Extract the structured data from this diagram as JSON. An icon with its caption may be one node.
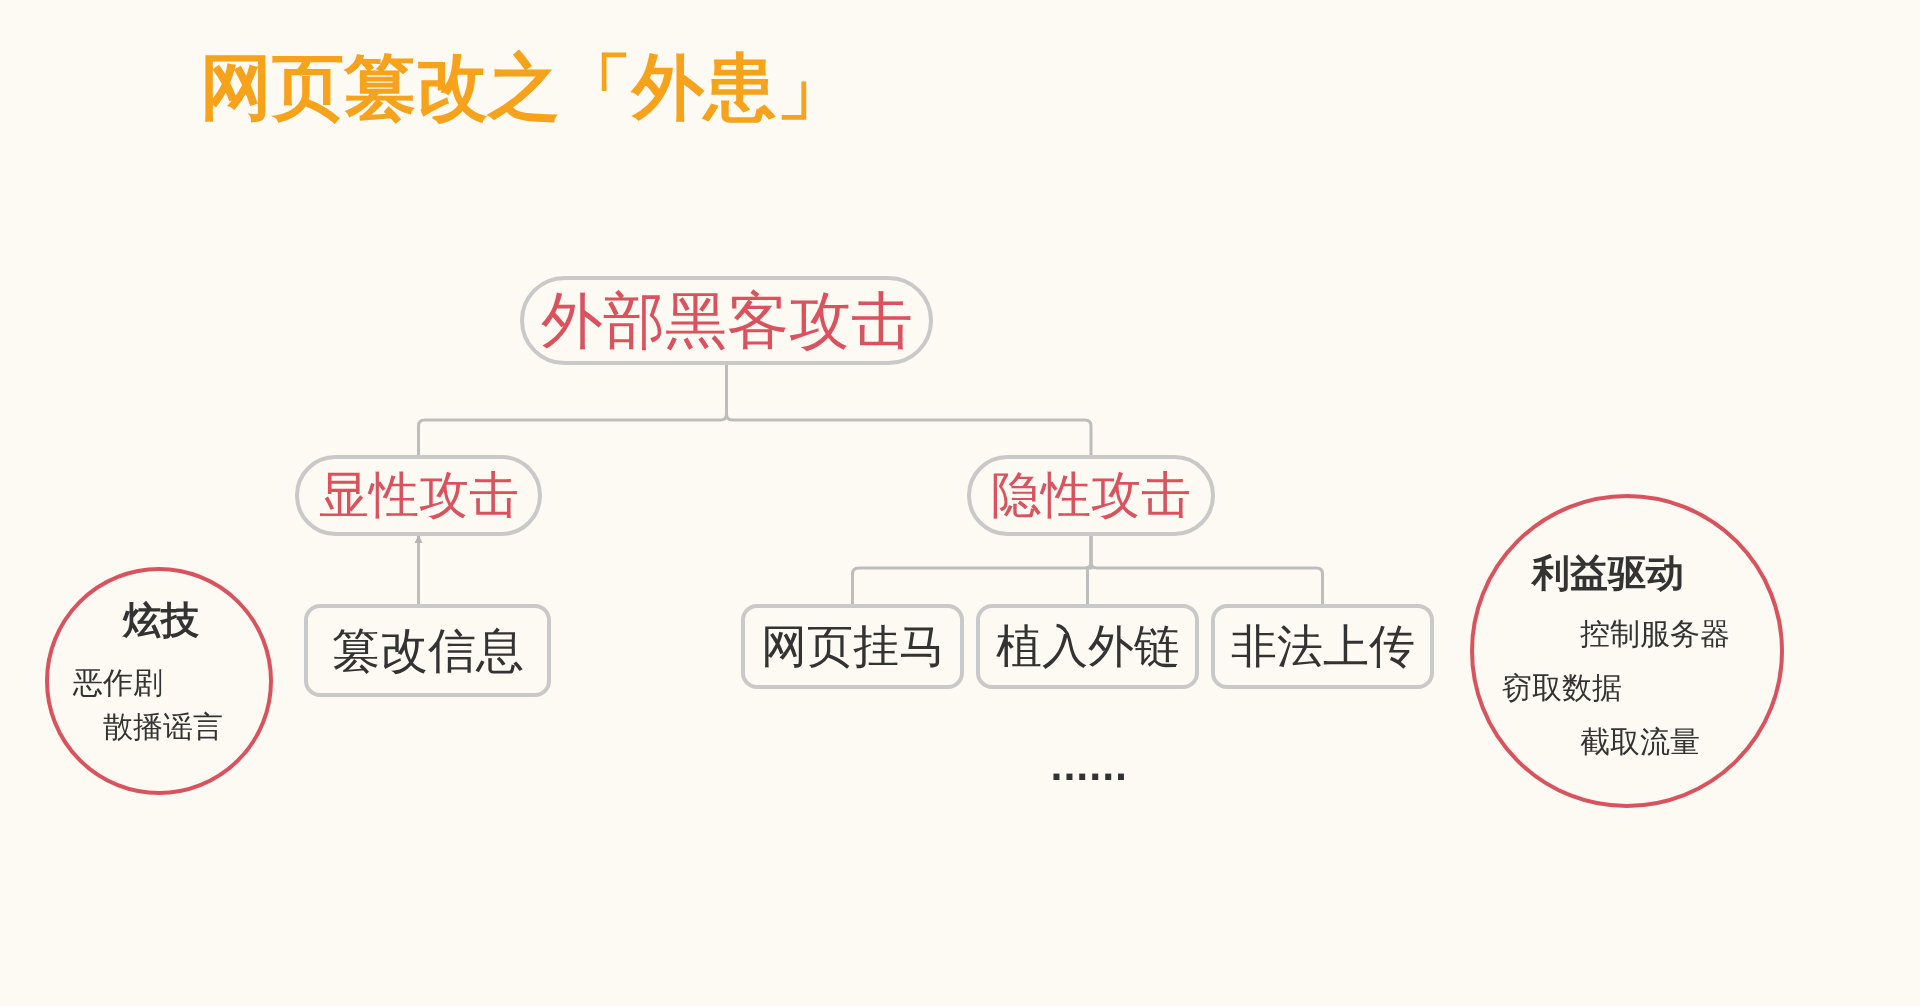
{
  "diagram": {
    "title": "网页篡改之「外患」",
    "nodes": [
      {
        "text": [
          "外部黑客攻击"
        ]
      },
      {
        "text": [
          "显性攻击"
        ]
      },
      {
        "text": [
          "隐性攻击"
        ]
      },
      {
        "text": [
          "篡改信息"
        ]
      },
      {
        "text": [
          "网页挂马"
        ]
      },
      {
        "text": [
          "植入外链"
        ]
      },
      {
        "text": [
          "非法上传"
        ]
      },
      {
        "text": [
          "炫技",
          "恶作剧",
          "散播谣言"
        ]
      },
      {
        "text": [
          "利益驱动",
          "控制服务器",
          "窃取数据",
          "截取流量"
        ]
      }
    ],
    "edges": [
      {
        "from": 0,
        "to": 1,
        "arrow": "none"
      },
      {
        "from": 0,
        "to": 2,
        "arrow": "none"
      },
      {
        "from": 3,
        "to": 1,
        "arrow": "to"
      },
      {
        "from": 2,
        "to": 4,
        "arrow": "none"
      },
      {
        "from": 2,
        "to": 5,
        "arrow": "none"
      },
      {
        "from": 2,
        "to": 6,
        "arrow": "none"
      }
    ],
    "labels": [
      "......"
    ]
  }
}
